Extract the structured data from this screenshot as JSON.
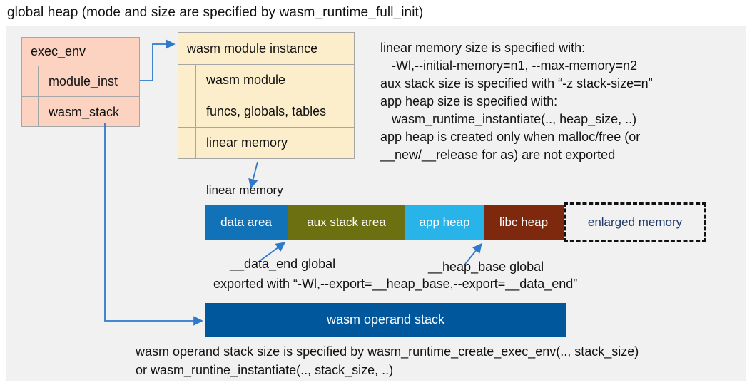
{
  "title": "global heap (mode and size are specified by wasm_runtime_full_init)",
  "colors": {
    "panel_bg": "#f1f1f1",
    "arrow": "#2e78cd",
    "exec_env_fill": "#fbd3c0",
    "module_instance_fill": "#fdeecb",
    "box_border": "#a6a6a6",
    "data_area": "#1272b8",
    "aux_stack_area": "#6d7010",
    "app_heap": "#29b4e9",
    "libc_heap": "#7e290e",
    "enlarged_text": "#1f3968",
    "operand_stack": "#00579b"
  },
  "exec_env": {
    "header": "exec_env",
    "rows": [
      "module_inst",
      "wasm_stack"
    ]
  },
  "module_instance": {
    "header": "wasm module instance",
    "rows": [
      "wasm module",
      "funcs, globals, tables",
      "linear memory"
    ]
  },
  "notes_right": {
    "lines": [
      {
        "text": "linear memory size is specified with:",
        "indent": false
      },
      {
        "text": "-Wl,--initial-memory=n1, --max-memory=n2",
        "indent": true
      },
      {
        "text": "aux stack size is specified with “-z stack-size=n”",
        "indent": false
      },
      {
        "text": "app heap size is specified with:",
        "indent": false
      },
      {
        "text": "wasm_runtime_instantiate(.., heap_size, ..)",
        "indent": true
      },
      {
        "text": "app heap is created only when malloc/free (or",
        "indent": false
      },
      {
        "text": "__new/__release for as) are not exported",
        "indent": false
      }
    ]
  },
  "linear_memory": {
    "label": "linear memory",
    "segments": [
      {
        "label": "data area",
        "color": "#1272b8"
      },
      {
        "label": "aux stack area",
        "color": "#6d7010"
      },
      {
        "label": "app heap",
        "color": "#29b4e9"
      },
      {
        "label": "libc heap",
        "color": "#7e290e"
      },
      {
        "label": "enlarged memory",
        "color": "transparent"
      }
    ],
    "annotations": {
      "data_end": "__data_end global",
      "heap_base": "__heap_base global",
      "exported": "exported with “-Wl,--export=__heap_base,--export=__data_end”"
    }
  },
  "operand_stack": {
    "label": "wasm operand stack",
    "note_line1": "wasm operand stack size is specified by wasm_runtime_create_exec_env(.., stack_size)",
    "note_line2": "or wasm_runtine_instantiate(.., stack_size, ..)"
  }
}
